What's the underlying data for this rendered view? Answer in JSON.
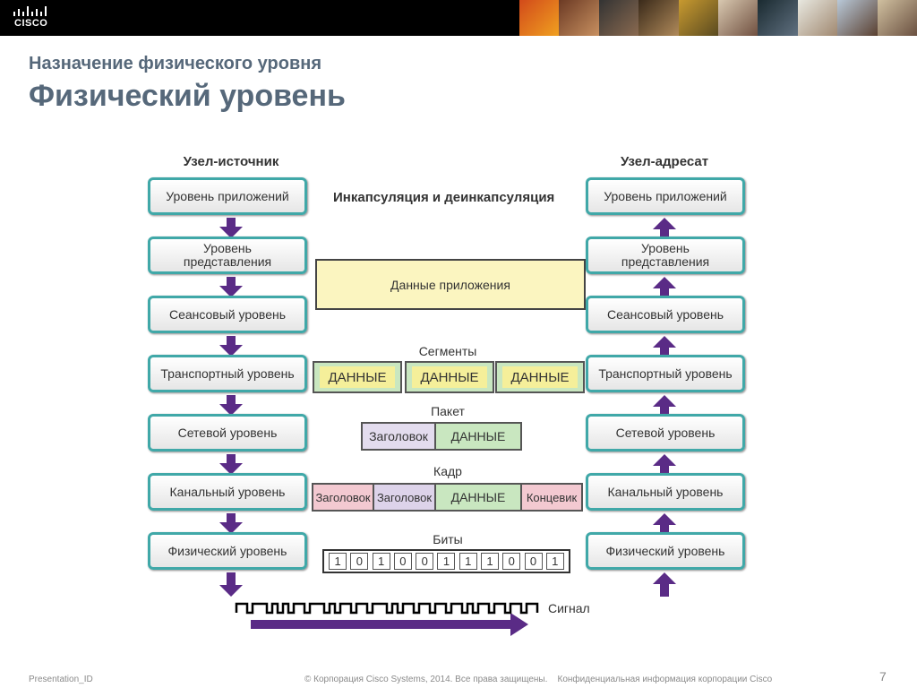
{
  "header": {
    "logo_text": "CISCO",
    "subtitle": "Назначение физического уровня",
    "title": "Физический уровень"
  },
  "diagram": {
    "source_title": "Узел-источник",
    "dest_title": "Узел-адресат",
    "center_title": "Инкапсуляция и деинкапсуляция",
    "layers": {
      "application": "Уровень приложений",
      "presentation_1": "Уровень",
      "presentation_2": "представления",
      "session": "Сеансовый уровень",
      "transport": "Транспортный уровень",
      "network": "Сетевой уровень",
      "datalink": "Канальный уровень",
      "physical": "Физический уровень"
    },
    "app_data": "Данные приложения",
    "segments_label": "Сегменты",
    "segment_data": "ДАННЫЕ",
    "packet_label": "Пакет",
    "packet_header": "Заголовок",
    "packet_data": "ДАННЫЕ",
    "frame_label": "Кадр",
    "frame_header_1": "Заголовок",
    "frame_header_2": "Заголовок",
    "frame_data": "ДАННЫЕ",
    "frame_trailer": "Концевик",
    "bits_label": "Биты",
    "bits": [
      "1",
      "0",
      "1",
      "0",
      "0",
      "1",
      "1",
      "1",
      "0",
      "0",
      "1"
    ],
    "signal_label": "Сигнал"
  },
  "colors": {
    "arrow": "#5a2b86",
    "layer_border": "#40a8a8",
    "title": "#56687a",
    "segment_inner": "#f5ef9a",
    "segment_outer": "#c9e7c0",
    "frame_header_1": "#f3c9d1",
    "frame_header_2": "#ddd3ea",
    "packet_header": "#e3dcee"
  },
  "footer": {
    "left": "Presentation_ID",
    "center": "© Корпорация Cisco Systems, 2014. Все права защищены.    Конфиденциальная информация корпорации Cisco",
    "page": "7"
  }
}
